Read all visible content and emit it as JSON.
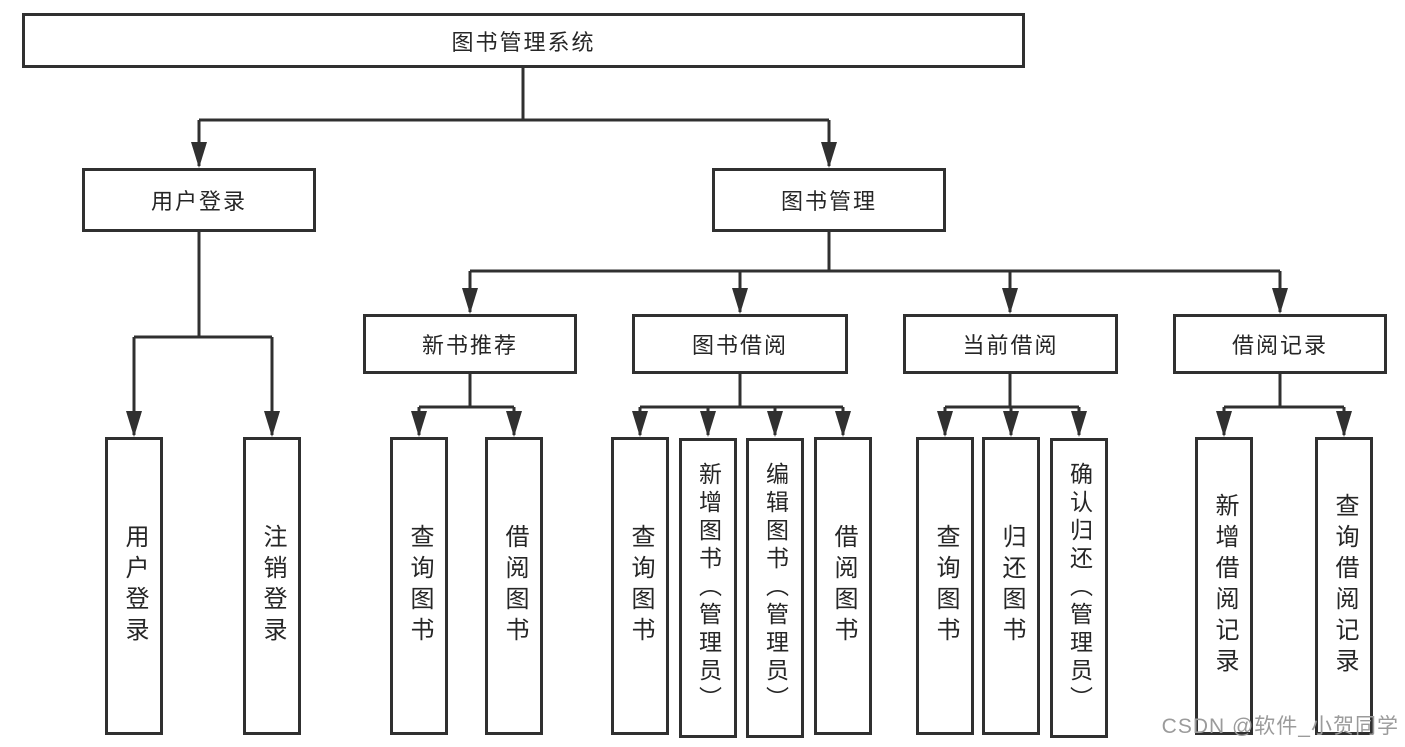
{
  "diagram": {
    "type": "hierarchy-tree",
    "orientation": "top-down",
    "colors": {
      "background": "#ffffff",
      "box_border": "#303030",
      "connector": "#303030",
      "text": "#262626",
      "watermark_text": "#9b9b9b"
    }
  },
  "tree": {
    "root": {
      "label": "图书管理系统"
    },
    "branches": [
      {
        "label": "用户登录",
        "children": [
          {
            "label": "用户登录"
          },
          {
            "label": "注销登录"
          }
        ]
      },
      {
        "label": "图书管理",
        "children": [
          {
            "label": "新书推荐",
            "children": [
              {
                "label": "查询图书"
              },
              {
                "label": "借阅图书"
              }
            ]
          },
          {
            "label": "图书借阅",
            "children": [
              {
                "label": "查询图书"
              },
              {
                "label": "新增图书（管理员）"
              },
              {
                "label": "编辑图书（管理员）"
              },
              {
                "label": "借阅图书"
              }
            ]
          },
          {
            "label": "当前借阅",
            "children": [
              {
                "label": "查询图书"
              },
              {
                "label": "归还图书"
              },
              {
                "label": "确认归还（管理员）"
              }
            ]
          },
          {
            "label": "借阅记录",
            "children": [
              {
                "label": "新增借阅记录"
              },
              {
                "label": "查询借阅记录"
              }
            ]
          }
        ]
      }
    ]
  },
  "watermark": {
    "text": "CSDN @软件_小贺同学"
  }
}
